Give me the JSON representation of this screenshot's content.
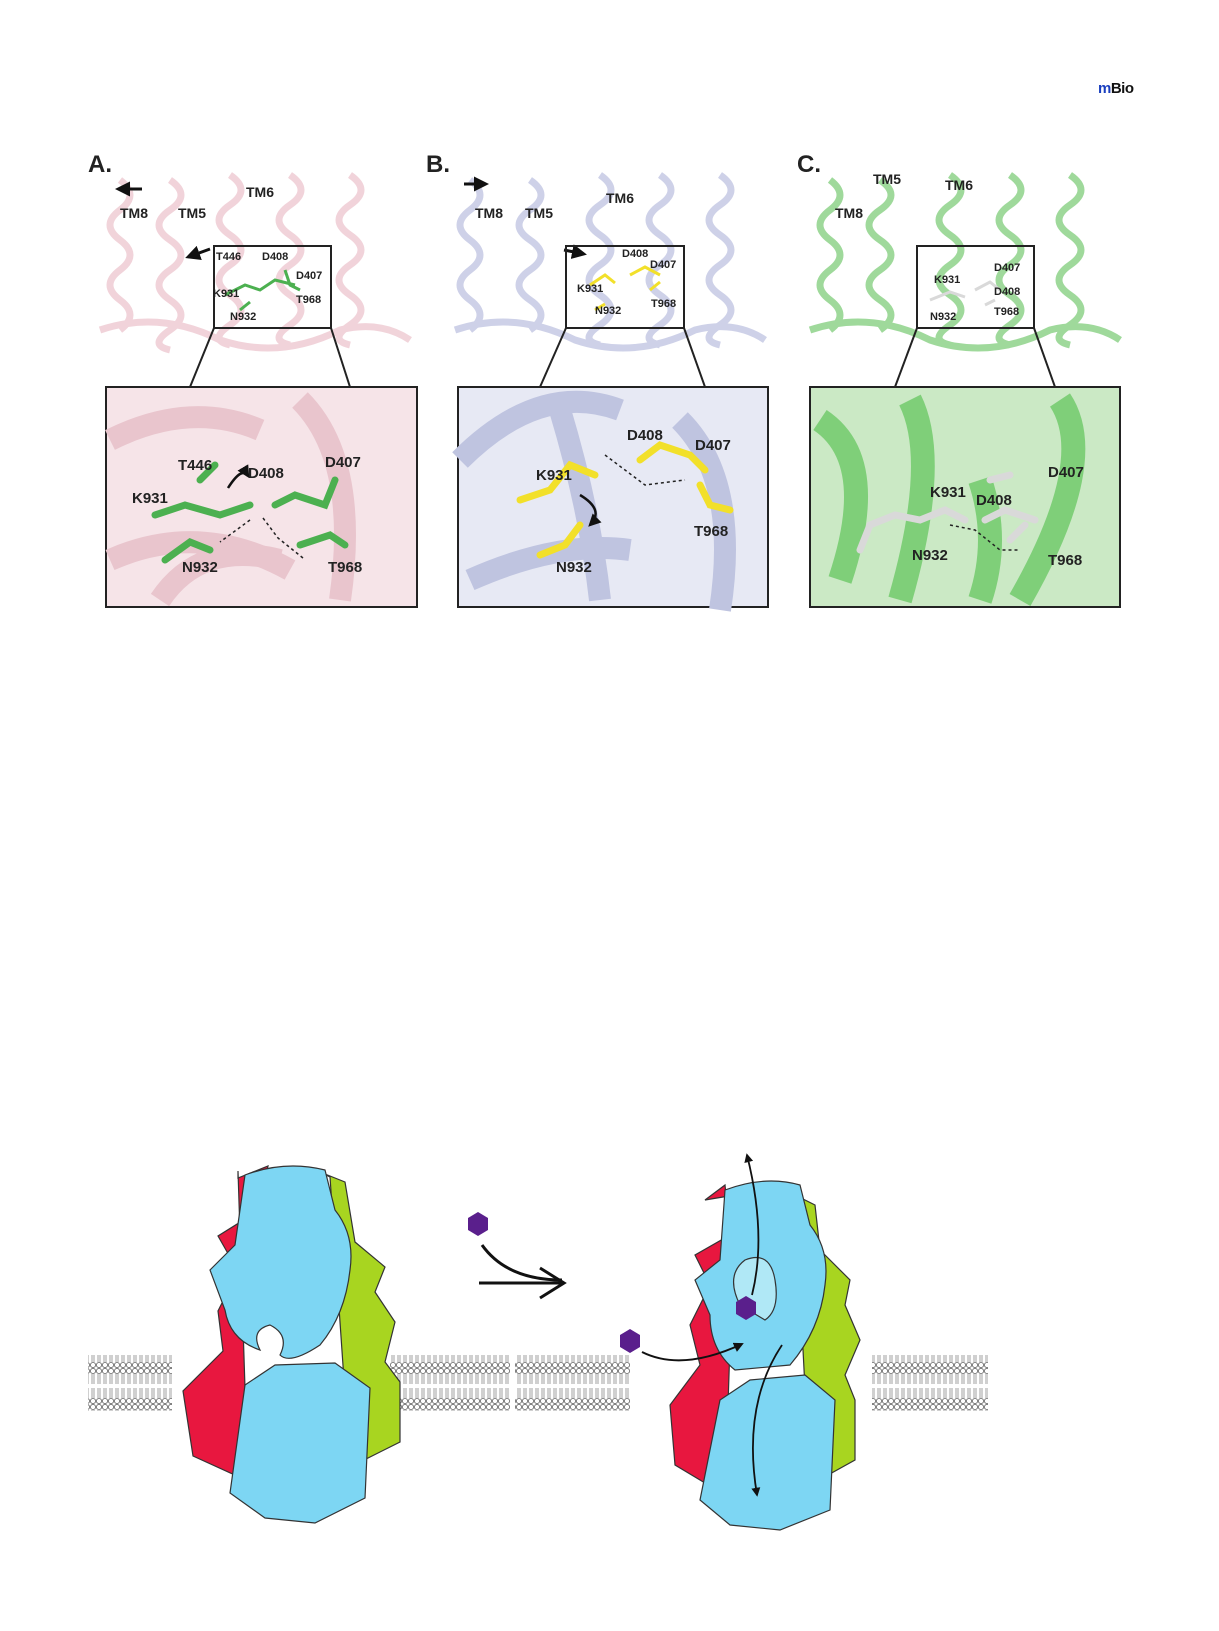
{
  "logo": {
    "m": "m",
    "bio": "Bio"
  },
  "panels": [
    {
      "letter": "A.",
      "tm_labels": [
        "TM8",
        "TM5",
        "TM6"
      ],
      "inset_residues": [
        "T446",
        "D408",
        "D407",
        "K931",
        "T968",
        "N932"
      ],
      "zoom_residues": [
        "T446",
        "D408",
        "D407",
        "K931",
        "N932",
        "T968"
      ],
      "color": "#f0cfd6",
      "stick_color": "#4cb050"
    },
    {
      "letter": "B.",
      "tm_labels": [
        "TM8",
        "TM5",
        "TM6"
      ],
      "inset_residues": [
        "D408",
        "D407",
        "K931",
        "N932",
        "T968"
      ],
      "zoom_residues": [
        "D408",
        "D407",
        "K931",
        "T968",
        "N932"
      ],
      "color": "#c9cde6",
      "stick_color": "#f2e02a"
    },
    {
      "letter": "C.",
      "tm_labels": [
        "TM5",
        "TM6",
        "TM8"
      ],
      "inset_residues": [
        "D407",
        "K931",
        "D408",
        "N932",
        "T968"
      ],
      "zoom_residues": [
        "D407",
        "K931",
        "D408",
        "N932",
        "T968"
      ],
      "color": "#8fd38a",
      "stick_color": "#d9d9d9"
    }
  ],
  "colors": {
    "red_domain": "#e8173f",
    "blue_domain": "#7dd6f3",
    "green_domain": "#a8d520",
    "substrate": "#5a1f8c",
    "membrane": "#9a9a9a"
  },
  "icons": [
    "hexagon-substrate-icon",
    "curved-arrow-icon",
    "double-arrow-icon"
  ]
}
